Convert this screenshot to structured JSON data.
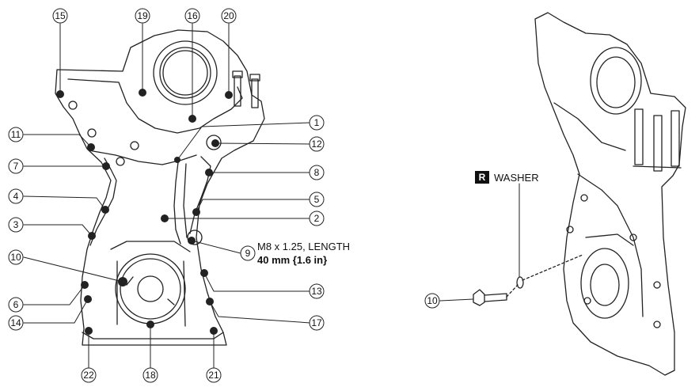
{
  "callouts": [
    "15",
    "19",
    "16",
    "20",
    "1",
    "12",
    "11",
    "7",
    "8",
    "4",
    "5",
    "3",
    "2",
    "10",
    "9",
    "6",
    "13",
    "14",
    "17",
    "22",
    "18",
    "21",
    "10"
  ],
  "spec": {
    "line1": "M8 x 1.25, LENGTH",
    "line2": "40 mm {1.6 in}"
  },
  "washer": {
    "badge": "R",
    "label": "WASHER"
  }
}
